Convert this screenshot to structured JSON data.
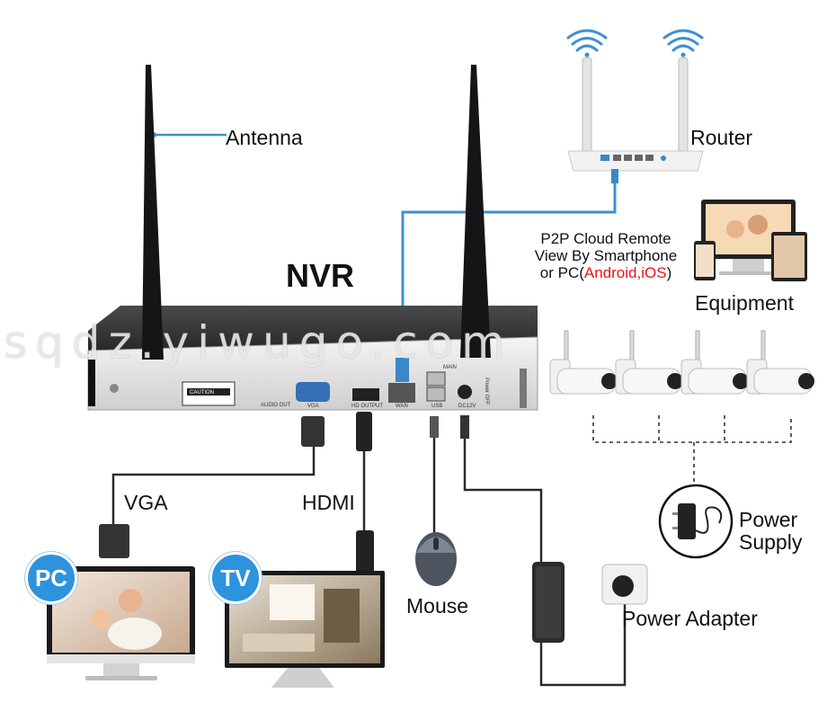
{
  "title": "NVR",
  "labels": {
    "antenna": "Antenna",
    "router": "Router",
    "equipment": "Equipment",
    "vga": "VGA",
    "hdmi": "HDMI",
    "mouse": "Mouse",
    "power_adapter": "Power Adapter",
    "power_supply_line1": "Power",
    "power_supply_line2": "Supply"
  },
  "p2p": {
    "line1": "P2P Cloud Remote",
    "line2": "View By Smartphone",
    "line3_prefix": "or PC(",
    "line3_red": "Android,iOS",
    "line3_suffix": ")"
  },
  "badges": {
    "pc": "PC",
    "tv": "TV"
  },
  "nvr_ports": {
    "audio_out": "AUDIO OUT",
    "vga": "VGA",
    "hd_output": "HD OUTPUT",
    "wan": "WAN",
    "usb": "USB",
    "dc12v": "DC12V",
    "power_off": "Power OFF",
    "main": "MAIN",
    "caution": "CAUTION"
  },
  "watermark": "sqdz.yiwugo.com",
  "colors": {
    "cable_blue": "#3d8fd8",
    "badge_blue": "#2d93dd",
    "red_text": "#e8141b",
    "dark": "#2a2a2a"
  }
}
